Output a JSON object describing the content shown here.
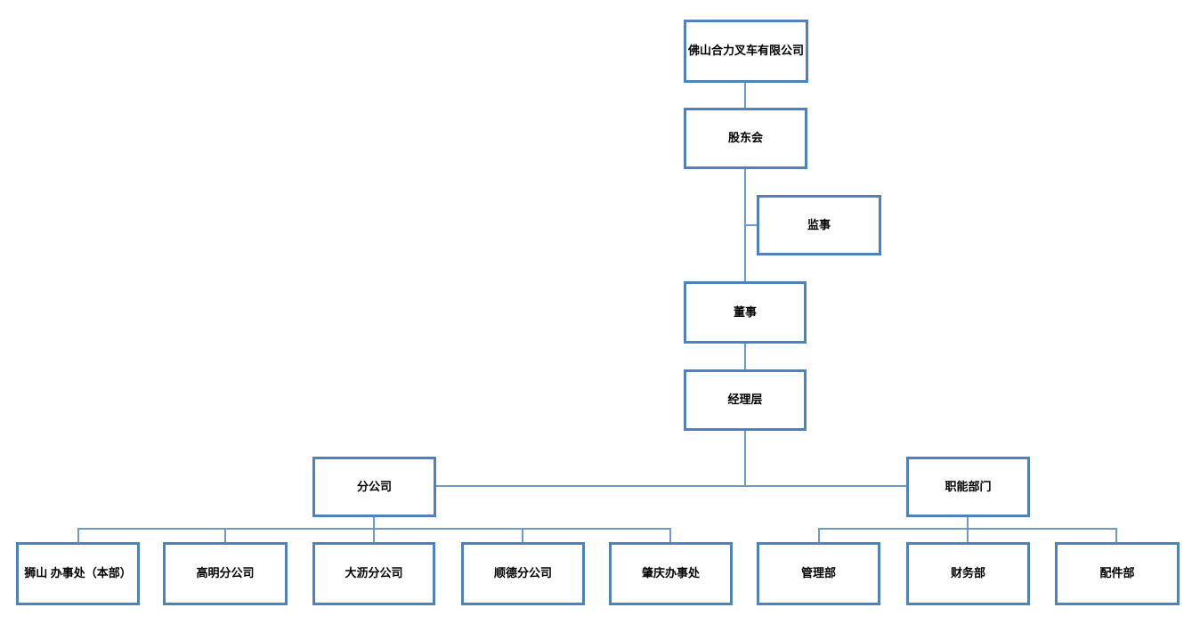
{
  "diagram": {
    "type": "org-chart",
    "colors": {
      "node_border": "#4f81bd",
      "connector_line": "#6d9ac8",
      "node_fill": "#ffffff",
      "text": "#000000",
      "background": "#ffffff"
    },
    "nodes": {
      "company": {
        "label": "佛山合力叉车有限公司"
      },
      "shareholders": {
        "label": "股东会"
      },
      "supervisor": {
        "label": "监事"
      },
      "director": {
        "label": "董事"
      },
      "management": {
        "label": "经理层"
      },
      "branch_group": {
        "label": "分公司"
      },
      "functional_group": {
        "label": "职能部门"
      },
      "branches": [
        {
          "label": "狮山 办事处（本部）"
        },
        {
          "label": "高明分公司"
        },
        {
          "label": "大沥分公司"
        },
        {
          "label": "顺德分公司"
        },
        {
          "label": "肇庆办事处"
        }
      ],
      "departments": [
        {
          "label": "管理部"
        },
        {
          "label": "财务部"
        },
        {
          "label": "配件部"
        }
      ]
    },
    "hierarchy": [
      "company > shareholders",
      "shareholders > director (supervisor attached to this link)",
      "director > management",
      "management > branch_group + functional_group",
      "branch_group > branches[0..4]",
      "functional_group > departments[0..2]"
    ]
  }
}
